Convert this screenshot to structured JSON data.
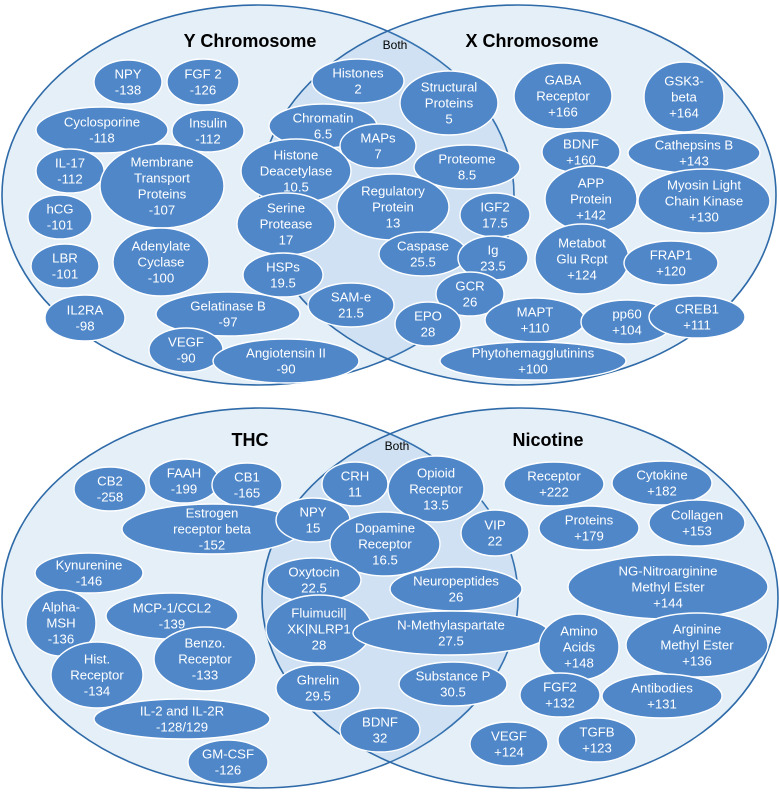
{
  "colors": {
    "bubble": "#4f87c9",
    "circle_fill": "#dbe7f4",
    "circle_stroke": "#2e6aa8"
  },
  "diagrams": [
    {
      "left_title": "Y Chromosome",
      "right_title": "X Chromosome",
      "center_label": "Both",
      "items": [
        {
          "lines": [
            "NPY",
            "-138"
          ]
        },
        {
          "lines": [
            "FGF 2",
            "-126"
          ]
        },
        {
          "lines": [
            "Cyclosporine",
            "-118"
          ]
        },
        {
          "lines": [
            "Insulin",
            "-112"
          ]
        },
        {
          "lines": [
            "IL-17",
            "-112"
          ]
        },
        {
          "lines": [
            "Membrane",
            "Transport",
            "Proteins",
            "-107"
          ]
        },
        {
          "lines": [
            "hCG",
            "-101"
          ]
        },
        {
          "lines": [
            "LBR",
            "-101"
          ]
        },
        {
          "lines": [
            "Adenylate",
            "Cyclase",
            "-100"
          ]
        },
        {
          "lines": [
            "IL2RA",
            "-98"
          ]
        },
        {
          "lines": [
            "Gelatinase B",
            "-97"
          ]
        },
        {
          "lines": [
            "VEGF",
            "-90"
          ]
        },
        {
          "lines": [
            "Angiotensin II",
            "-90"
          ]
        },
        {
          "lines": [
            "Histones",
            "2"
          ]
        },
        {
          "lines": [
            "Structural",
            "Proteins",
            "5"
          ]
        },
        {
          "lines": [
            "Chromatin",
            "6.5"
          ]
        },
        {
          "lines": [
            "MAPs",
            "7"
          ]
        },
        {
          "lines": [
            "Histone",
            "Deacetylase",
            "10.5"
          ]
        },
        {
          "lines": [
            "Proteome",
            "8.5"
          ]
        },
        {
          "lines": [
            "Regulatory",
            "Protein",
            "13"
          ]
        },
        {
          "lines": [
            "Serine",
            "Protease",
            "17"
          ]
        },
        {
          "lines": [
            "IGF2",
            "17.5"
          ]
        },
        {
          "lines": [
            "Caspase",
            "25.5"
          ]
        },
        {
          "lines": [
            "Ig",
            "23.5"
          ]
        },
        {
          "lines": [
            "HSPs",
            "19.5"
          ]
        },
        {
          "lines": [
            "SAM-e",
            "21.5"
          ]
        },
        {
          "lines": [
            "GCR",
            "26"
          ]
        },
        {
          "lines": [
            "EPO",
            "28"
          ]
        },
        {
          "lines": [
            "GABA",
            "Receptor",
            "+166"
          ]
        },
        {
          "lines": [
            "GSK3-",
            "beta",
            "+164"
          ]
        },
        {
          "lines": [
            "BDNF",
            "+160"
          ]
        },
        {
          "lines": [
            "Cathepsins B",
            "+143"
          ]
        },
        {
          "lines": [
            "APP",
            "Protein",
            "+142"
          ]
        },
        {
          "lines": [
            "Myosin Light",
            "Chain Kinase",
            "+130"
          ]
        },
        {
          "lines": [
            "Metabot",
            "Glu Rcpt",
            "+124"
          ]
        },
        {
          "lines": [
            "FRAP1",
            "+120"
          ]
        },
        {
          "lines": [
            "MAPT",
            "+110"
          ]
        },
        {
          "lines": [
            "pp60",
            "+104"
          ]
        },
        {
          "lines": [
            "CREB1",
            "+111"
          ]
        },
        {
          "lines": [
            "Phytohemagglutinins",
            "+100"
          ]
        }
      ]
    },
    {
      "left_title": "THC",
      "right_title": "Nicotine",
      "center_label": "Both",
      "items": [
        {
          "lines": [
            "CB2",
            "-258"
          ]
        },
        {
          "lines": [
            "FAAH",
            "-199"
          ]
        },
        {
          "lines": [
            "CB1",
            "-165"
          ]
        },
        {
          "lines": [
            "Estrogen",
            "receptor beta",
            "-152"
          ]
        },
        {
          "lines": [
            "Kynurenine",
            "-146"
          ]
        },
        {
          "lines": [
            "Alpha-",
            "MSH",
            "-136"
          ]
        },
        {
          "lines": [
            "MCP-1/CCL2",
            "-139"
          ]
        },
        {
          "lines": [
            "Hist.",
            "Receptor",
            "-134"
          ]
        },
        {
          "lines": [
            "Benzo.",
            "Receptor",
            "-133"
          ]
        },
        {
          "lines": [
            "IL-2 and IL-2R",
            "-128/129"
          ]
        },
        {
          "lines": [
            "GM-CSF",
            "-126"
          ]
        },
        {
          "lines": [
            "CRH",
            "11"
          ]
        },
        {
          "lines": [
            "Opioid",
            "Receptor",
            "13.5"
          ]
        },
        {
          "lines": [
            "NPY",
            "15"
          ]
        },
        {
          "lines": [
            "Dopamine",
            "Receptor",
            "16.5"
          ]
        },
        {
          "lines": [
            "VIP",
            "22"
          ]
        },
        {
          "lines": [
            "Oxytocin",
            "22.5"
          ]
        },
        {
          "lines": [
            "Neuropeptides",
            "26"
          ]
        },
        {
          "lines": [
            "Fluimucil|",
            "XK|NLRP1",
            "28"
          ]
        },
        {
          "lines": [
            "N-Methylaspartate",
            "27.5"
          ]
        },
        {
          "lines": [
            "Ghrelin",
            "29.5"
          ]
        },
        {
          "lines": [
            "Substance P",
            "30.5"
          ]
        },
        {
          "lines": [
            "BDNF",
            "32"
          ]
        },
        {
          "lines": [
            "Receptor",
            "+222"
          ]
        },
        {
          "lines": [
            "Cytokine",
            "+182"
          ]
        },
        {
          "lines": [
            "Proteins",
            "+179"
          ]
        },
        {
          "lines": [
            "Collagen",
            "+153"
          ]
        },
        {
          "lines": [
            "NG-Nitroarginine",
            "Methyl Ester",
            "+144"
          ]
        },
        {
          "lines": [
            "Amino",
            "Acids",
            "+148"
          ]
        },
        {
          "lines": [
            "Arginine",
            "Methyl Ester",
            "+136"
          ]
        },
        {
          "lines": [
            "FGF2",
            "+132"
          ]
        },
        {
          "lines": [
            "Antibodies",
            "+131"
          ]
        },
        {
          "lines": [
            "VEGF",
            "+124"
          ]
        },
        {
          "lines": [
            "TGFB",
            "+123"
          ]
        }
      ]
    }
  ]
}
